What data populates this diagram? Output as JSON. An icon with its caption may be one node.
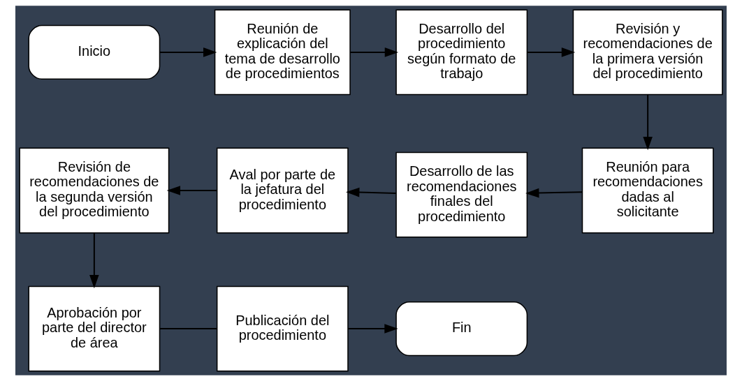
{
  "diagram": {
    "nodes": [
      {
        "text": [
          "Inicio"
        ]
      },
      {
        "text": [
          "Reunión de explicación del tema de desarrollo de procedimientos"
        ]
      },
      {
        "text": [
          "Desarrollo del procedimiento según formato de trabajo"
        ]
      },
      {
        "text": [
          "Revisión y recomendaciones de la primera versión del procedimiento"
        ]
      },
      {
        "text": [
          "Reunión para recomendaciones dadas al solicitante"
        ]
      },
      {
        "text": [
          "Desarrollo de las recomendaciones finales del procedimiento"
        ]
      },
      {
        "text": [
          "Aval por parte de la jefatura del procedimiento"
        ]
      },
      {
        "text": [
          "Revisión de recomendaciones de la segunda versión del procedimiento"
        ]
      },
      {
        "text": [
          "Aprobación por parte del director de área"
        ]
      },
      {
        "text": [
          "Publicación del procedimiento"
        ]
      },
      {
        "text": [
          "Fin"
        ]
      }
    ],
    "edges": [
      {
        "from": 0,
        "to": 1,
        "arrow": "to"
      },
      {
        "from": 1,
        "to": 2,
        "arrow": "to"
      },
      {
        "from": 2,
        "to": 3,
        "arrow": "to"
      },
      {
        "from": 3,
        "to": 4,
        "arrow": "to"
      },
      {
        "from": 4,
        "to": 5,
        "arrow": "to"
      },
      {
        "from": 5,
        "to": 6,
        "arrow": "to"
      },
      {
        "from": 6,
        "to": 7,
        "arrow": "to"
      },
      {
        "from": 7,
        "to": 8,
        "arrow": "to"
      },
      {
        "from": 8,
        "to": 9,
        "arrow": "none"
      },
      {
        "from": 9,
        "to": 10,
        "arrow": "to"
      }
    ]
  }
}
